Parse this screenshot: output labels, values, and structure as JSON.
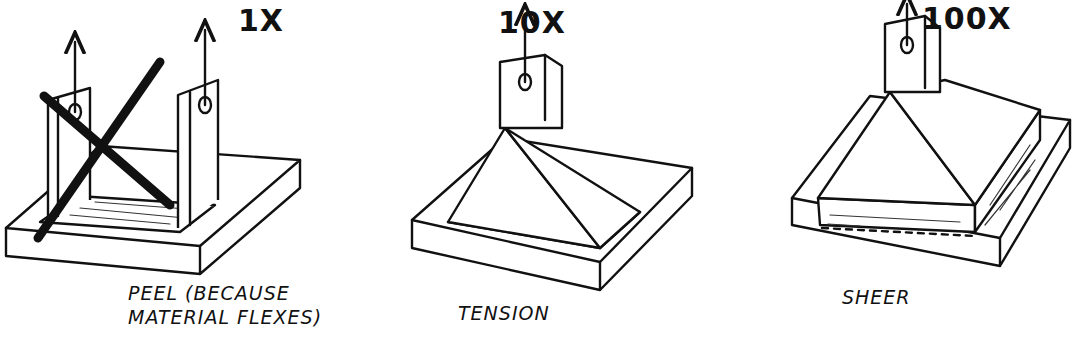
{
  "diagram": {
    "labels": [
      "1X",
      "PEEL (BECAUSE MATERIAL FLEXES)",
      "10X",
      "TENSION",
      "100X",
      "SHEER"
    ]
  }
}
